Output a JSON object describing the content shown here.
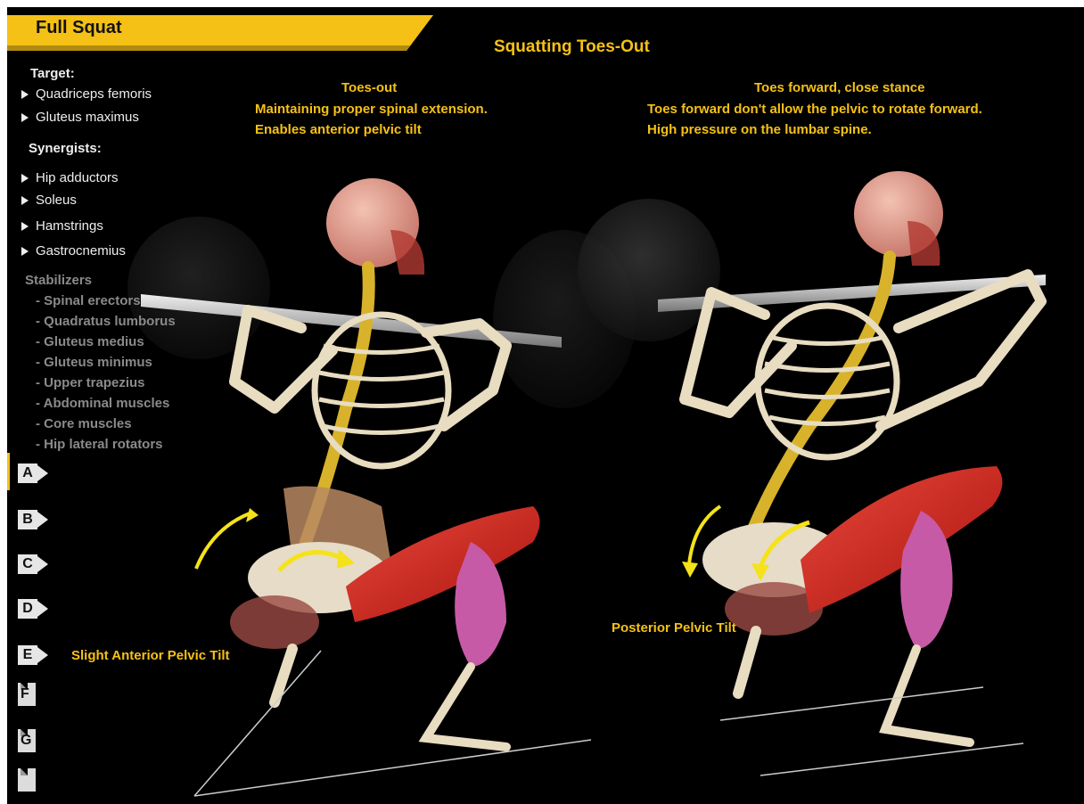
{
  "colors": {
    "accent": "#f5c116",
    "background": "#000000",
    "muscle_red": "#d0261d",
    "muscle_pink": "#c75aa6"
  },
  "header": {
    "exercise_tab": "Full Squat",
    "title": "Squatting Toes-Out"
  },
  "sidebar": {
    "target_heading": "Target:",
    "targets": [
      "Quadriceps femoris",
      "Gluteus maximus"
    ],
    "synergists_heading": "Synergists:",
    "synergists": [
      "Hip adductors",
      "Soleus",
      "Hamstrings",
      "Gastrocnemius"
    ],
    "stabilizers_heading": "Stabilizers",
    "stabilizers": [
      "- Spinal erectors",
      "- Quadratus lumborus",
      "- Gluteus medius",
      "- Gluteus minimus",
      "- Upper trapezius",
      "- Abdominal muscles",
      "- Core muscles",
      "- Hip lateral rotators"
    ],
    "tabs": [
      "A",
      "B",
      "C",
      "D",
      "E",
      "F",
      "G",
      ""
    ],
    "selected_tab": "A"
  },
  "left_panel": {
    "heading": "Toes-out",
    "lines": [
      "Maintaining proper spinal extension.",
      "Enables anterior pelvic tilt"
    ],
    "annotation": "Slight Anterior Pelvic Tilt"
  },
  "right_panel": {
    "heading": "Toes forward, close stance",
    "lines": [
      "Toes forward don't allow the pelvic to rotate forward.",
      "High pressure on the lumbar spine."
    ],
    "annotation": "Posterior Pelvic Tilt"
  }
}
